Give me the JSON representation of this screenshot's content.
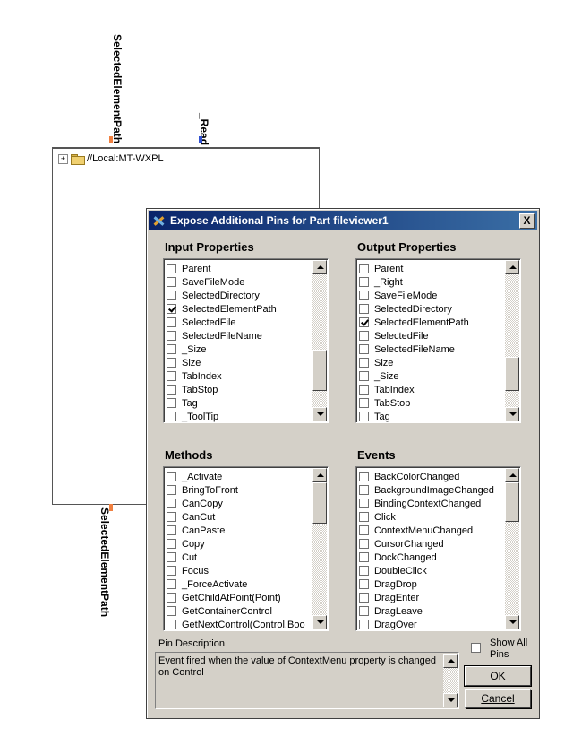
{
  "canvas": {
    "pins": {
      "top_left": "SelectedElementPath",
      "top_right": "_Read",
      "bottom": "SelectedElementPath"
    },
    "tree": {
      "expander": "+",
      "root_label": "//Local:MT-WXPL"
    }
  },
  "dialog": {
    "title": "Expose Additional Pins for Part fileviewer1",
    "close_label": "X",
    "input_properties": {
      "heading": "Input Properties",
      "items": [
        {
          "label": "Parent",
          "checked": false
        },
        {
          "label": "SaveFileMode",
          "checked": false
        },
        {
          "label": "SelectedDirectory",
          "checked": false
        },
        {
          "label": "SelectedElementPath",
          "checked": true
        },
        {
          "label": "SelectedFile",
          "checked": false
        },
        {
          "label": "SelectedFileName",
          "checked": false
        },
        {
          "label": "_Size",
          "checked": false
        },
        {
          "label": "Size",
          "checked": false
        },
        {
          "label": "TabIndex",
          "checked": false
        },
        {
          "label": "TabStop",
          "checked": false
        },
        {
          "label": "Tag",
          "checked": false
        },
        {
          "label": "_ToolTip",
          "checked": false
        }
      ]
    },
    "output_properties": {
      "heading": "Output Properties",
      "items": [
        {
          "label": "Parent",
          "checked": false
        },
        {
          "label": "_Right",
          "checked": false
        },
        {
          "label": "SaveFileMode",
          "checked": false
        },
        {
          "label": "SelectedDirectory",
          "checked": false
        },
        {
          "label": "SelectedElementPath",
          "checked": true
        },
        {
          "label": "SelectedFile",
          "checked": false
        },
        {
          "label": "SelectedFileName",
          "checked": false
        },
        {
          "label": "Size",
          "checked": false
        },
        {
          "label": "_Size",
          "checked": false
        },
        {
          "label": "TabIndex",
          "checked": false
        },
        {
          "label": "TabStop",
          "checked": false
        },
        {
          "label": "Tag",
          "checked": false
        }
      ]
    },
    "methods": {
      "heading": "Methods",
      "items": [
        {
          "label": "_Activate",
          "checked": false
        },
        {
          "label": "BringToFront",
          "checked": false
        },
        {
          "label": "CanCopy",
          "checked": false
        },
        {
          "label": "CanCut",
          "checked": false
        },
        {
          "label": "CanPaste",
          "checked": false
        },
        {
          "label": "Copy",
          "checked": false
        },
        {
          "label": "Cut",
          "checked": false
        },
        {
          "label": "Focus",
          "checked": false
        },
        {
          "label": "_ForceActivate",
          "checked": false
        },
        {
          "label": "GetChildAtPoint(Point)",
          "checked": false
        },
        {
          "label": "GetContainerControl",
          "checked": false
        },
        {
          "label": "GetNextControl(Control,Boo",
          "checked": false
        }
      ]
    },
    "events": {
      "heading": "Events",
      "items": [
        {
          "label": "BackColorChanged",
          "checked": false
        },
        {
          "label": "BackgroundImageChanged",
          "checked": false
        },
        {
          "label": "BindingContextChanged",
          "checked": false
        },
        {
          "label": "Click",
          "checked": false
        },
        {
          "label": "ContextMenuChanged",
          "checked": false
        },
        {
          "label": "CursorChanged",
          "checked": false
        },
        {
          "label": "DockChanged",
          "checked": false
        },
        {
          "label": "DoubleClick",
          "checked": false
        },
        {
          "label": "DragDrop",
          "checked": false
        },
        {
          "label": "DragEnter",
          "checked": false
        },
        {
          "label": "DragLeave",
          "checked": false
        },
        {
          "label": "DragOver",
          "checked": false
        }
      ]
    },
    "pin_description": {
      "label": "Pin Description",
      "text": "Event fired when the value of ContextMenu property is changed on Control"
    },
    "show_all_pins": {
      "label": "Show All Pins",
      "checked": false
    },
    "ok_label": "OK",
    "cancel_label": "Cancel"
  }
}
